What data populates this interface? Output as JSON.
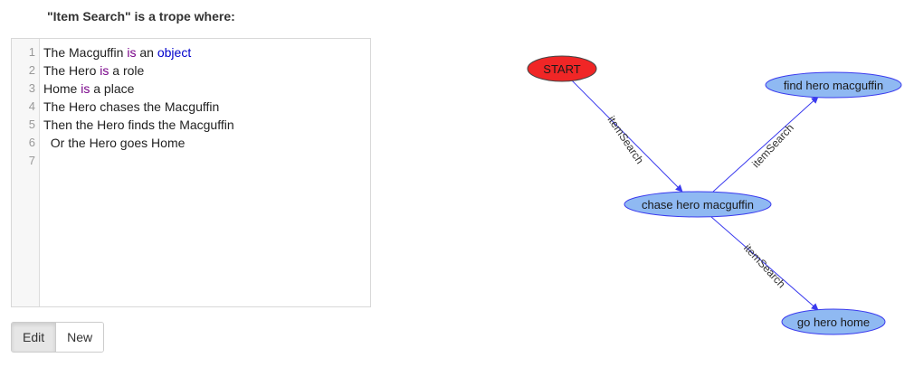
{
  "heading": "\"Item Search\" is a trope where:",
  "editor": {
    "lines": [
      {
        "num": "1",
        "segments": [
          {
            "t": "The Macguffin ",
            "c": ""
          },
          {
            "t": "is",
            "c": "kw"
          },
          {
            "t": " an ",
            "c": ""
          },
          {
            "t": "object",
            "c": "def"
          }
        ]
      },
      {
        "num": "2",
        "segments": [
          {
            "t": "The Hero ",
            "c": ""
          },
          {
            "t": "is",
            "c": "kw"
          },
          {
            "t": " a role",
            "c": ""
          }
        ]
      },
      {
        "num": "3",
        "segments": [
          {
            "t": "Home ",
            "c": ""
          },
          {
            "t": "is",
            "c": "kw"
          },
          {
            "t": " a place",
            "c": ""
          }
        ]
      },
      {
        "num": "4",
        "segments": [
          {
            "t": "The Hero chases the Macguffin",
            "c": ""
          }
        ]
      },
      {
        "num": "5",
        "segments": [
          {
            "t": "Then the Hero finds the Macguffin",
            "c": ""
          }
        ]
      },
      {
        "num": "6",
        "segments": [
          {
            "t": "  Or the Hero goes Home",
            "c": ""
          }
        ]
      },
      {
        "num": "7",
        "segments": []
      }
    ]
  },
  "buttons": {
    "edit": "Edit",
    "new": "New"
  },
  "graph": {
    "colors": {
      "start_fill": "#f02626",
      "node_fill": "#8fb9f2",
      "stroke": "#3a3aee"
    },
    "nodes": {
      "start": "START",
      "chase": "chase hero macguffin",
      "find": "find hero macguffin",
      "home": "go hero home"
    },
    "edges": {
      "start_chase": "itemSearch",
      "chase_find": "itemSearch",
      "chase_home": "itemSearch"
    }
  }
}
